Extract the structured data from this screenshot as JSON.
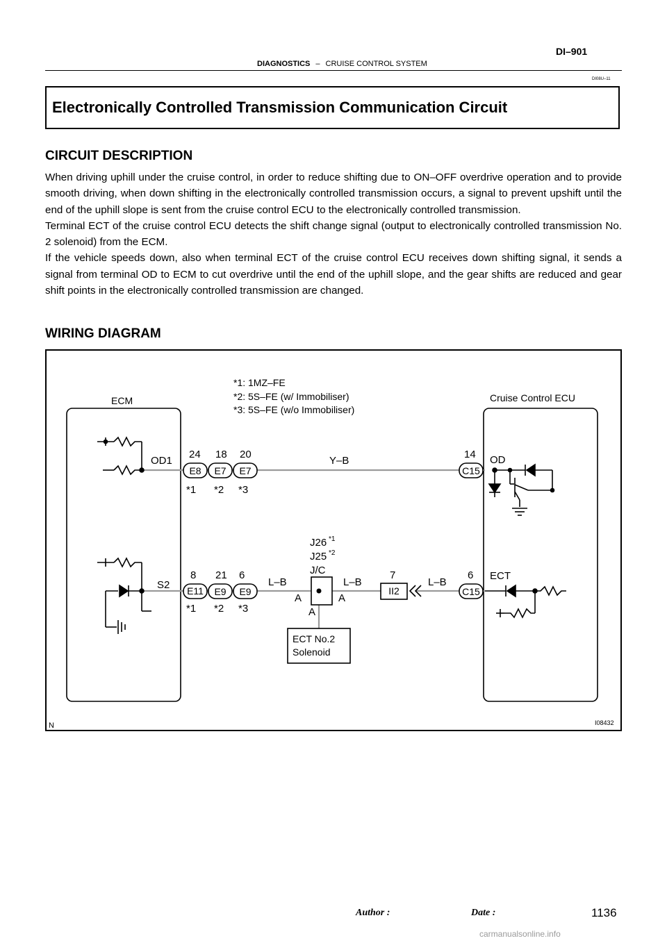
{
  "header": {
    "page_code": "DI–901",
    "section": "DIAGNOSTICS",
    "separator": "–",
    "subsection": "CRUISE CONTROL SYSTEM",
    "doc_code": "DI08U–11"
  },
  "title": "Electronically Controlled Transmission Communication Circuit",
  "circuit_description": {
    "heading": "CIRCUIT DESCRIPTION",
    "paragraphs": [
      "When driving uphill under the cruise control, in order to reduce shifting due to ON–OFF overdrive operation and to provide smooth driving, when down shifting in the electronically controlled transmission occurs, a signal to prevent upshift until the end of the uphill slope is sent from the cruise control ECU to the electronically controlled transmission.",
      "Terminal ECT of the cruise control ECU detects the shift change signal (output to electronically controlled transmission No. 2 solenoid) from the ECM.",
      "If the vehicle speeds down, also when terminal ECT of the cruise control ECU receives down shifting signal, it sends a signal from terminal OD to ECM to cut overdrive until the end of the uphill slope, and the gear shifts are reduced and gear shift points in the electronically controlled transmission are changed."
    ]
  },
  "wiring_diagram": {
    "heading": "WIRING DIAGRAM",
    "notes": [
      "*1: 1MZ–FE",
      "*2: 5S–FE (w/ Immobiliser)",
      "*3: 5S–FE (w/o Immobiliser)"
    ],
    "ecm_label": "ECM",
    "cruise_ecu_label": "Cruise Control ECU",
    "od1_label": "OD1",
    "s2_label": "S2",
    "od_label": "OD",
    "ect_label": "ECT",
    "top_pins": [
      "24",
      "18",
      "20"
    ],
    "top_connectors": [
      "E8",
      "E7",
      "E7"
    ],
    "top_variants": [
      "*1",
      "*2",
      "*3"
    ],
    "top_wire": "Y–B",
    "c15_top_pin": "14",
    "c15_top_connector": "C15",
    "bottom_pins": [
      "8",
      "21",
      "6"
    ],
    "bottom_connectors": [
      "E11",
      "E9",
      "E9"
    ],
    "bottom_variants": [
      "*1",
      "*2",
      "*3"
    ],
    "wire_lb_left": "L–B",
    "wire_lb_mid": "L–B",
    "wire_lb_right": "L–B",
    "jc_j26": "J26",
    "jc_j26_sup": "*1",
    "jc_j25": "J25",
    "jc_j25_sup": "*2",
    "jc_label": "J/C",
    "jc_pin_left": "A",
    "jc_pin_right": "A",
    "jc_pin_bottom": "A",
    "ii2_pin": "7",
    "ii2_connector": "II2",
    "c15_bottom_pin": "6",
    "c15_bottom_connector": "C15",
    "solenoid_line1": "ECT No.2",
    "solenoid_line2": "Solenoid",
    "figure_id": "I08432",
    "corner_mark": "N"
  },
  "footer": {
    "author": "Author :",
    "date": "Date :",
    "page": "1136",
    "watermark": "carmanualsonline.info"
  }
}
